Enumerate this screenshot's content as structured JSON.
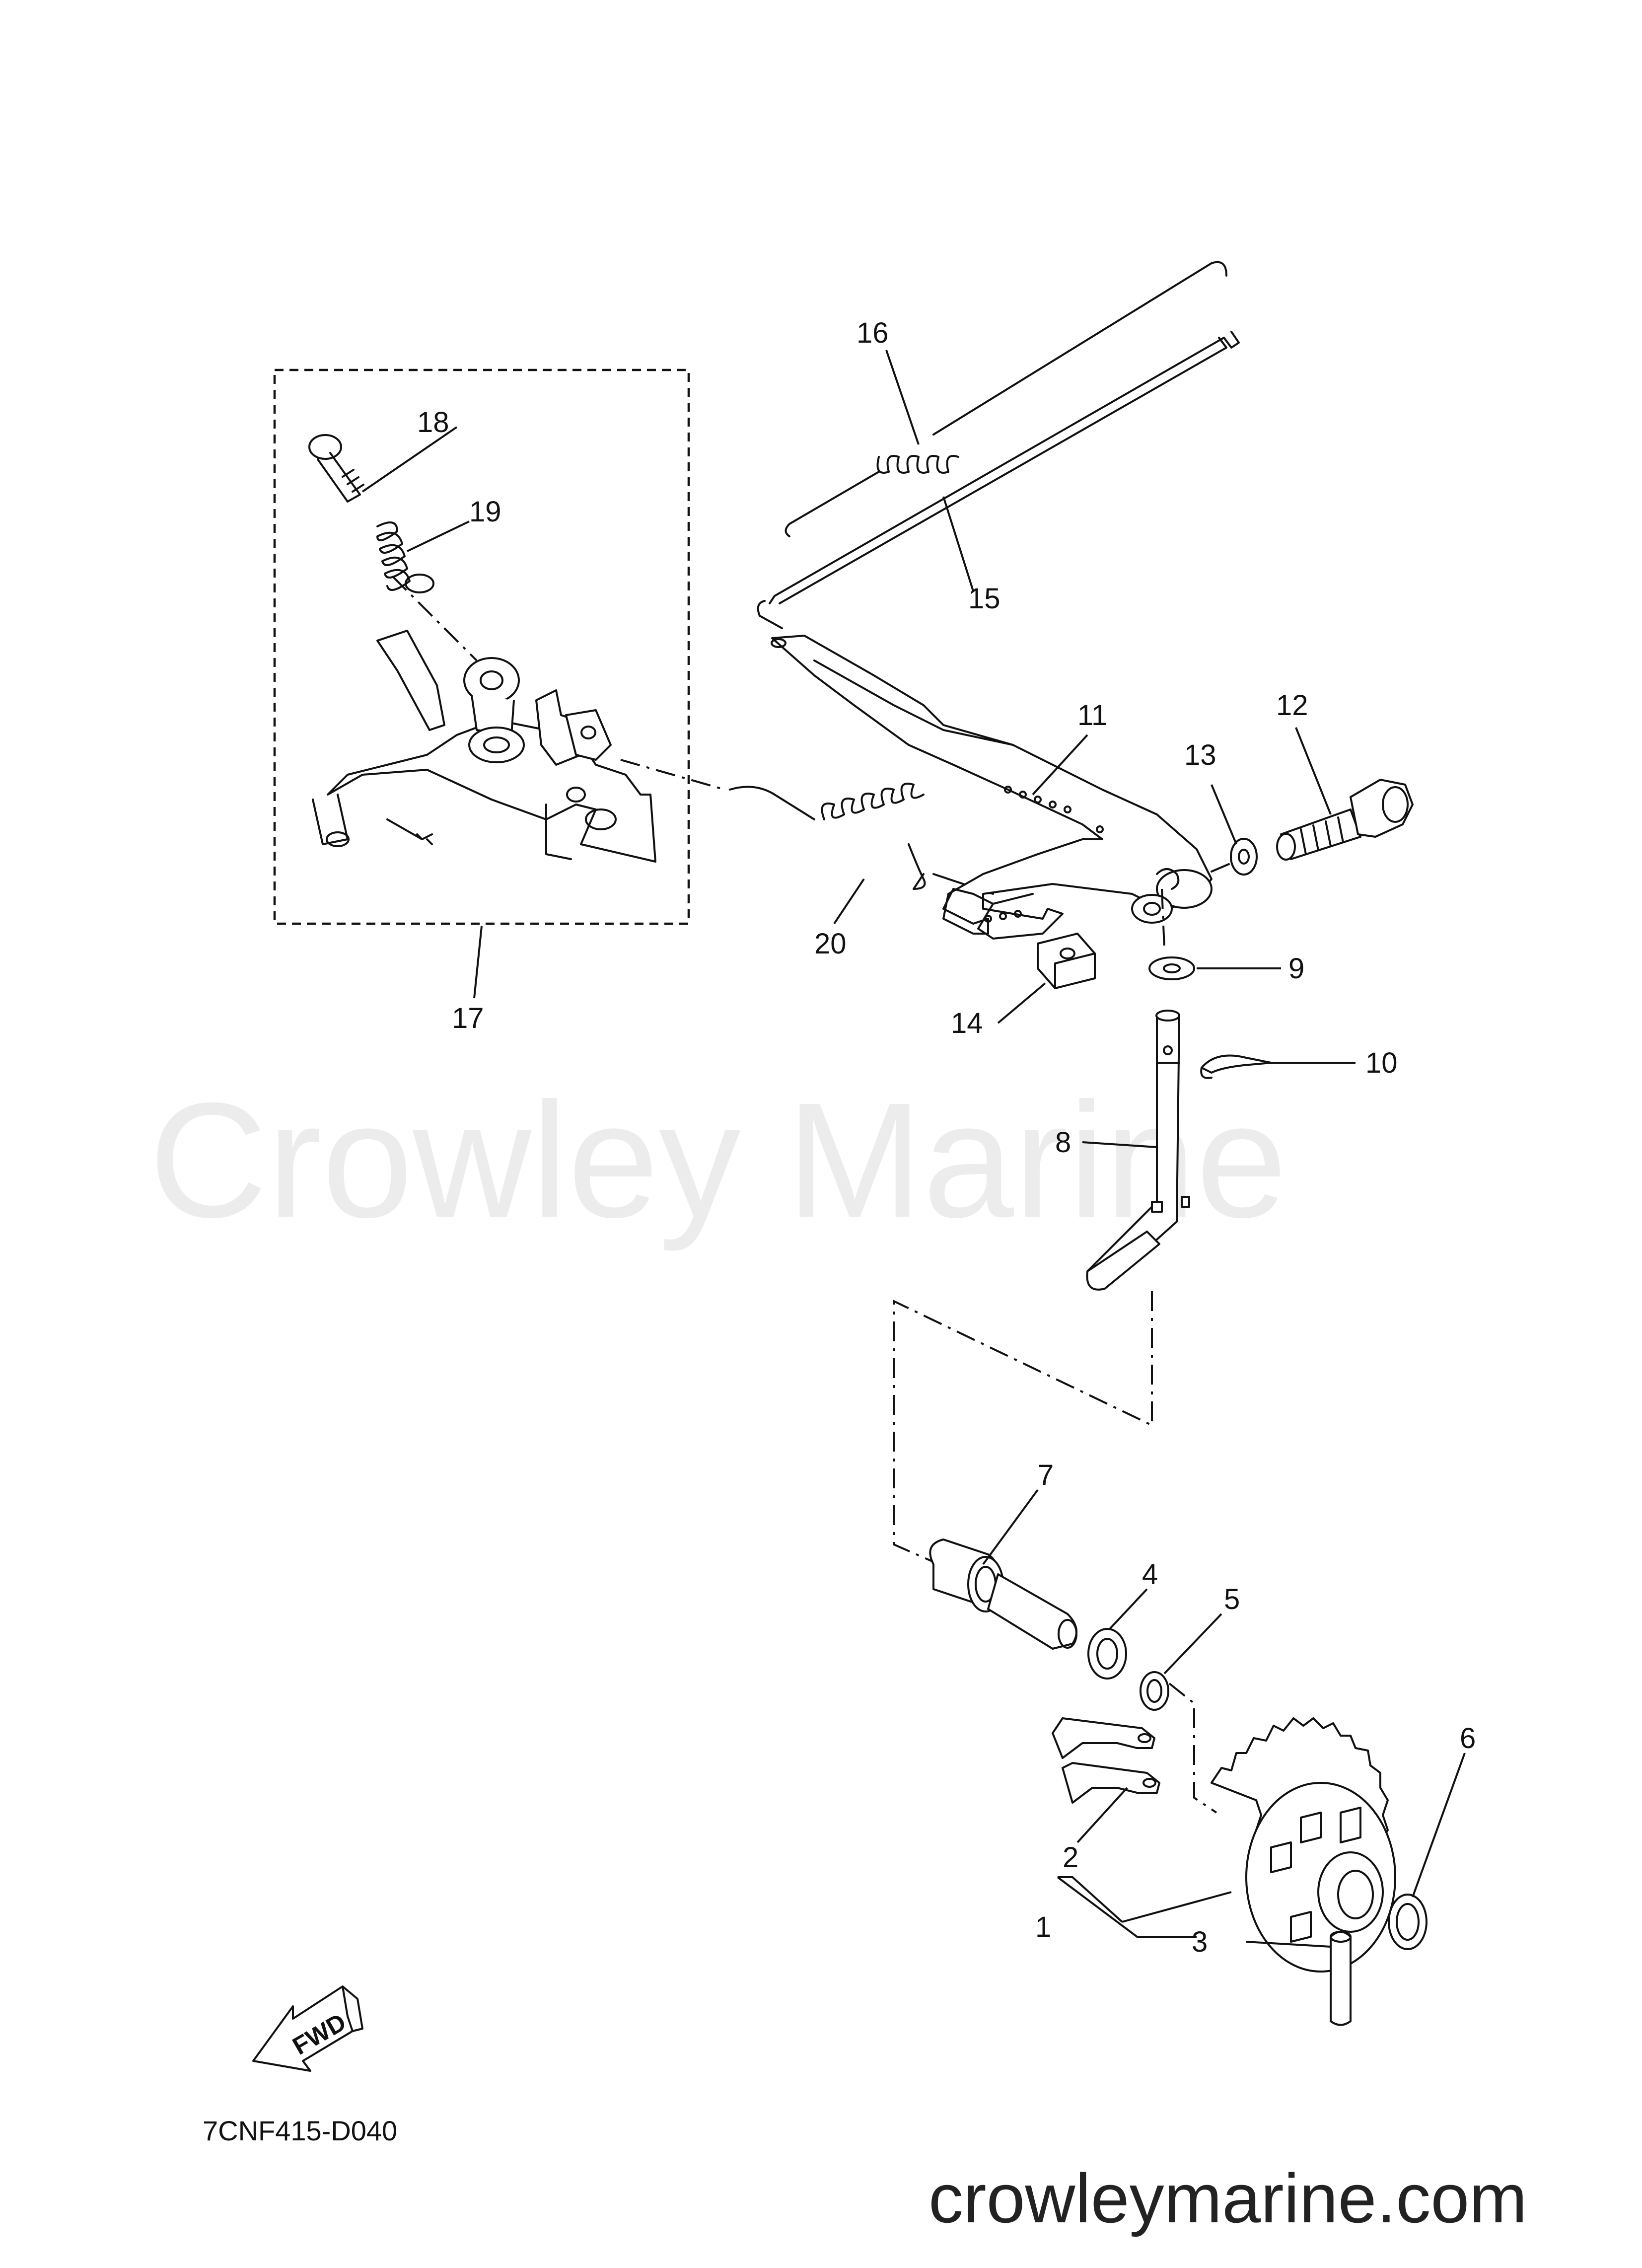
{
  "diagram_code": "7CNF415-D040",
  "watermark": "Crowley Marine",
  "website": "crowleymarine.com",
  "fwd_label": "FWD",
  "callouts": {
    "c1": "1",
    "c2": "2",
    "c3": "3",
    "c4": "4",
    "c5": "5",
    "c6": "6",
    "c7": "7",
    "c8": "8",
    "c9": "9",
    "c10": "10",
    "c11": "11",
    "c12": "12",
    "c13": "13",
    "c14": "14",
    "c15": "15",
    "c16": "16",
    "c17": "17",
    "c18": "18",
    "c19": "19",
    "c20": "20"
  },
  "icons": {
    "fwd": "fwd-arrow-icon"
  }
}
